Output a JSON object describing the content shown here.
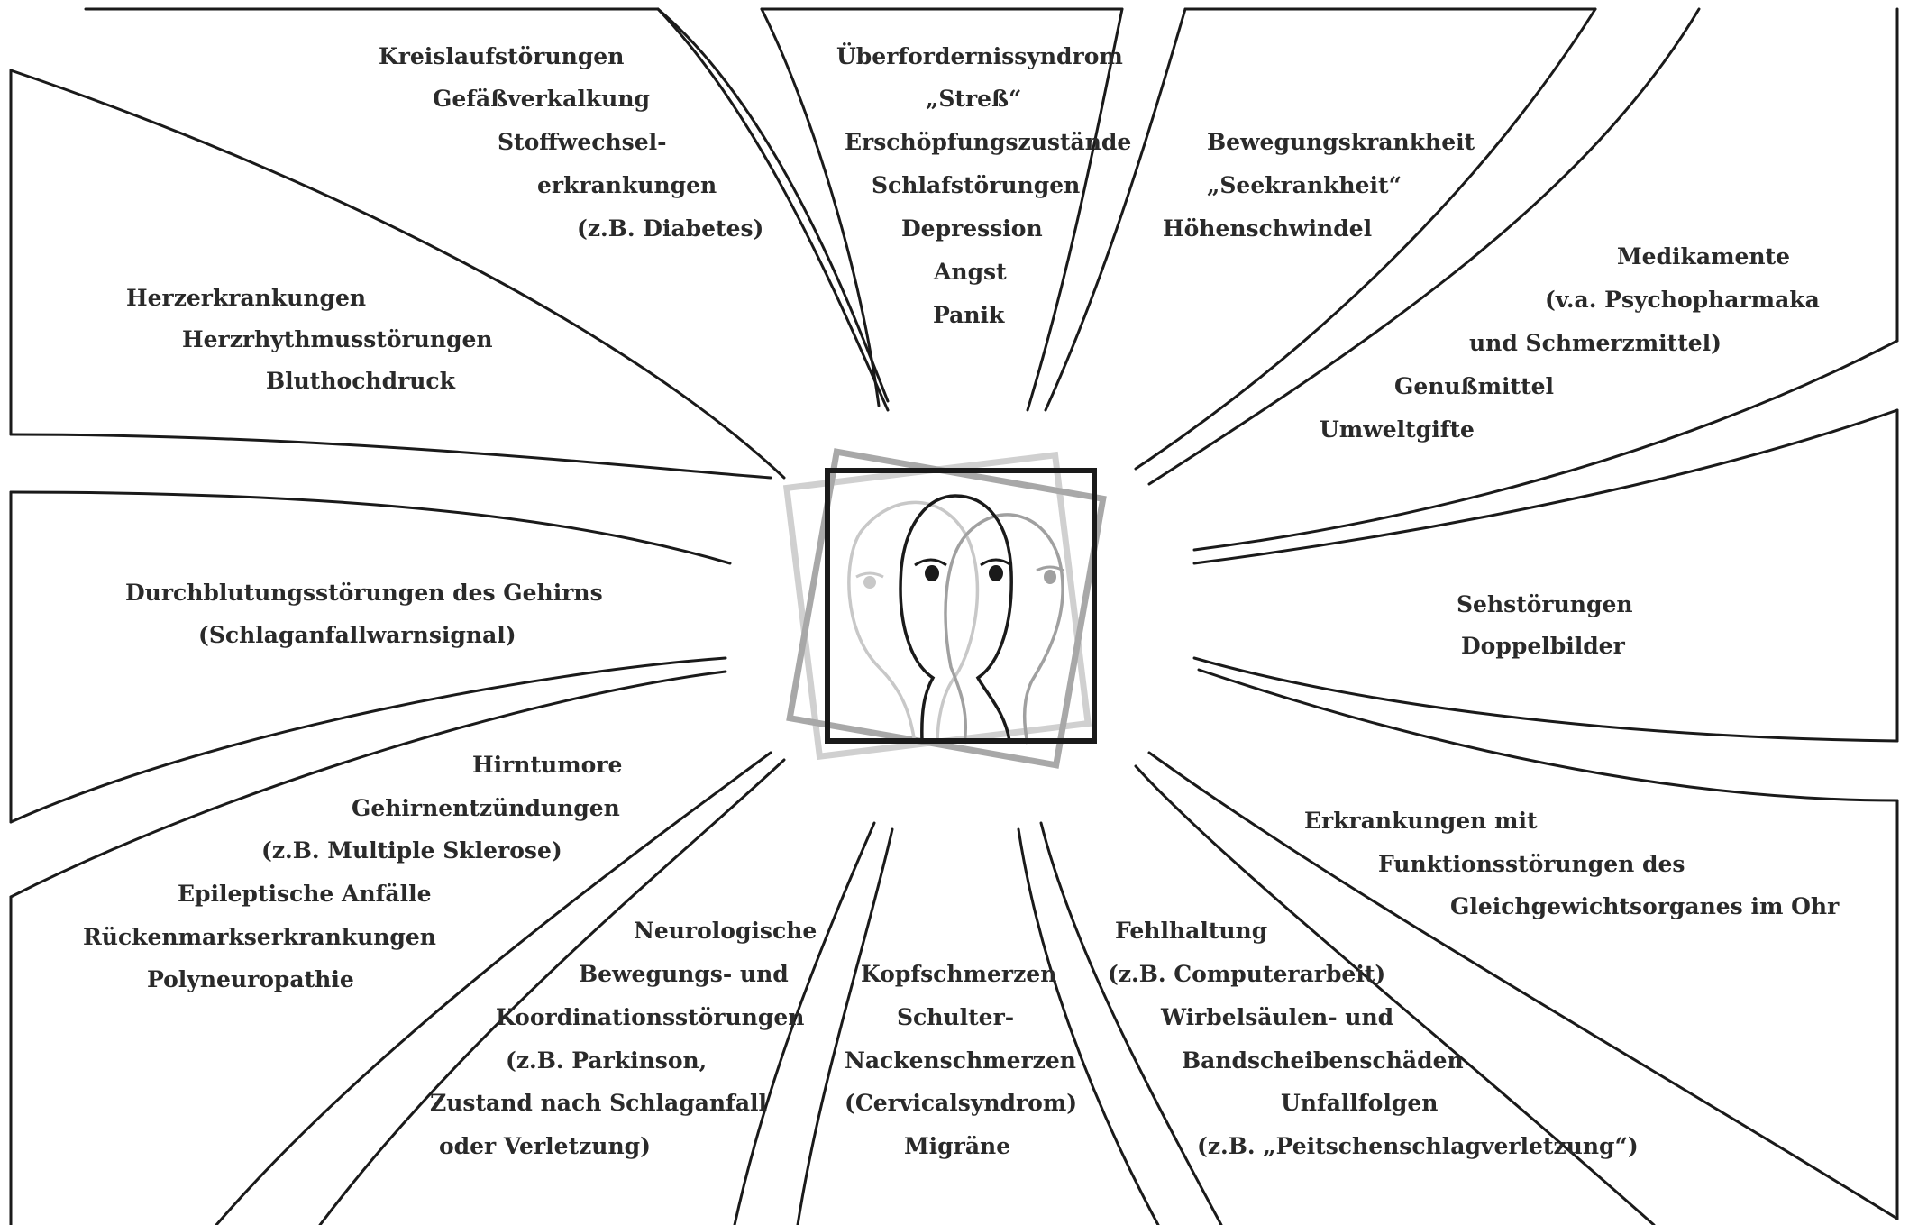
{
  "blocks": [
    {
      "id": "kreislauf",
      "lines": [
        "Kreislaufstörungen",
        "Gefäßverkalkung",
        "Stoffwechsel-",
        "erkrankungen",
        "(z.B. Diabetes)"
      ]
    },
    {
      "id": "herz",
      "lines": [
        "Herzerkrankungen",
        "Herzrhythmusstörungen",
        "Bluthochdruck"
      ]
    },
    {
      "id": "durchblutung",
      "lines": [
        "Durchblutungsstörungen des Gehirns",
        "(Schlaganfallwarnsignal)"
      ]
    },
    {
      "id": "hirn",
      "lines": [
        "Hirntumore",
        "Gehirnentzündungen",
        "(z.B. Multiple Sklerose)",
        "Epileptische Anfälle",
        "Rückenmarkserkrankungen",
        "Polyneuropathie"
      ]
    },
    {
      "id": "neuro",
      "lines": [
        "Neurologische",
        "Bewegungs- und",
        "Koordinationsstörungen",
        "(z.B. Parkinson,",
        "Zustand nach Schlaganfall",
        "oder Verletzung)"
      ]
    },
    {
      "id": "kopf",
      "lines": [
        "Kopfschmerzen",
        "Schulter-",
        "Nackenschmerzen",
        "(Cervicalsyndrom)",
        "Migräne"
      ]
    },
    {
      "id": "fehlhaltung",
      "lines": [
        "Fehlhaltung",
        "(z.B. Computerarbeit)",
        "Wirbelsäulen- und",
        "Bandscheibenschäden",
        "Unfallfolgen",
        "(z.B. „Peitschenschlagverletzung“)"
      ]
    },
    {
      "id": "ohr",
      "lines": [
        "Erkrankungen mit",
        "Funktionsstörungen des",
        "Gleichgewichtsorganes im Ohr"
      ]
    },
    {
      "id": "seh",
      "lines": [
        "Sehstörungen",
        "Doppelbilder"
      ]
    },
    {
      "id": "medikamente",
      "lines": [
        "Medikamente",
        "(v.a. Psychopharmaka",
        "und Schmerzmittel)",
        "Genußmittel",
        "Umweltgifte"
      ]
    },
    {
      "id": "bewegung",
      "lines": [
        "Bewegungskrankheit",
        "„Seekrankheit“",
        "Höhenschwindel"
      ]
    },
    {
      "id": "stress",
      "lines": [
        "Überfordernissyndrom",
        "„Streß“",
        "Erschöpfungszustände",
        "Schlafstörungen",
        "Depression",
        "Angst",
        "Panik"
      ]
    }
  ],
  "colors": {
    "ink": "#1a1a1a",
    "frame_light": "#d0d0d0",
    "frame_mid": "#a8a8a8",
    "face_light": "#c8c8c8",
    "face_mid": "#a0a0a0"
  },
  "icons": {
    "center": "dizziness-faces-icon"
  }
}
